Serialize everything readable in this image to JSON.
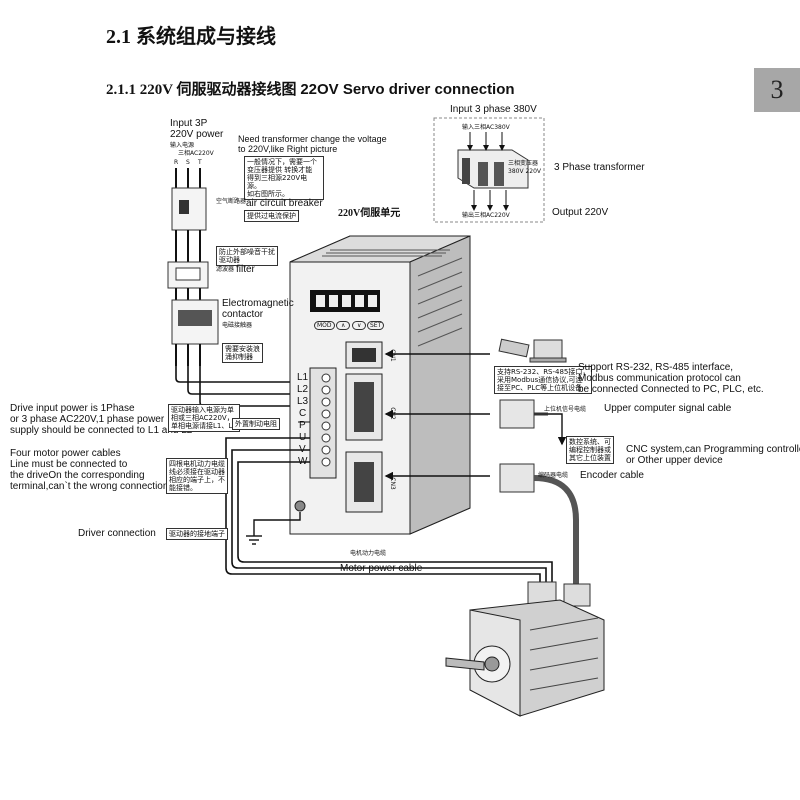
{
  "heading": "2.1 系统组成与接线",
  "subheading_prefix": "2.1.1 220V 伺服驱动器接线图 ",
  "subheading_en": "22OV Servo driver connection",
  "chapter_number": "3",
  "transformer": {
    "input_label": "Input 3 phase 380V",
    "input_cn": "输入三相AC380V",
    "box_cn_1": "三相变压器",
    "box_cn_2": "380V 220V",
    "name": "3 Phase transformer",
    "output_cn": "输出三相AC220V",
    "output_label": "Output 220V"
  },
  "power_input": {
    "label_1": "Input 3P",
    "label_2": "220V power",
    "cn_1": "输入电源",
    "cn_2": "三相AC220V",
    "phases": [
      "R",
      "S",
      "T"
    ]
  },
  "notes": {
    "transformer_need_1": "Need transformer change the voltage",
    "transformer_need_2": "to 220V,like Right picture",
    "transformer_need_cn": "一般情况下，需要一个\n变压器提供 转换才能\n得到三相源220V电源。\n如右图所示。",
    "breaker_cn": "空气断路器",
    "breaker_en": "air circuit breaker",
    "breaker_note_cn": "提供过电流保护",
    "filter_note_cn": "防止外部噪音干扰\n驱动器",
    "filter_cn": "滤波器",
    "filter_en": "filter",
    "contactor_en_1": "Electromagnetic",
    "contactor_en_2": "contactor",
    "contactor_cn": "电磁接触器",
    "contactor_note_cn": "需要安装浪\n涌抑制器",
    "drive_power_1": "Drive input power is 1Phase",
    "drive_power_2": "or 3 phase AC220V,1 phase power",
    "drive_power_3": "supply should be connected to L1 and L2",
    "drive_power_cn": "驱动器输入电源为单\n相或三相AC220V，\n单相电源请接L1、L2",
    "brake_cn": "外置制动电阻",
    "motor_power_1": "Four motor power cables",
    "motor_power_2": "Line must be connected to",
    "motor_power_3": "the driveOn the corresponding",
    "motor_power_4": "terminal,can`t the wrong connection.",
    "motor_power_cn": "四根电机动力电缆\n线必须接在驱动器\n相应的端子上，不\n能接错。",
    "driver_conn": "Driver connection",
    "driver_ground_cn": "驱动器的接地端子",
    "servo_unit": "220V伺服单元"
  },
  "terminals": [
    "L1",
    "L2",
    "L3",
    "C",
    "P",
    "U",
    "V",
    "W"
  ],
  "display": {
    "digits": 5,
    "buttons": [
      "MOD",
      "∧",
      "∨",
      "SET"
    ]
  },
  "connectors": [
    "CN1",
    "CN2",
    "CN3"
  ],
  "right_side": {
    "comm_cn": "支持RS-232、RS-485接口，\n采用Modbus通信协议,可连\n接至PC、PLC等上位机设备",
    "comm_en_1": "Support RS-232, RS-485 interface,",
    "comm_en_2": "Modbus communication protocol can",
    "comm_en_3": "be connected Connected to PC, PLC, etc.",
    "upper_cable_cn": "上位机信号电缆",
    "upper_cable_en": "Upper computer signal cable",
    "cnc_cn": "数控系统、可\n编程控制器或\n其它上位装置",
    "cnc_en_1": "CNC system,can Programming controller",
    "cnc_en_2": "or Other upper device",
    "encoder_cn": "编码器电缆",
    "encoder_en": "Encoder cable"
  },
  "motor_cable": {
    "cn": "电机动力电缆",
    "en": "Motor power cable"
  }
}
